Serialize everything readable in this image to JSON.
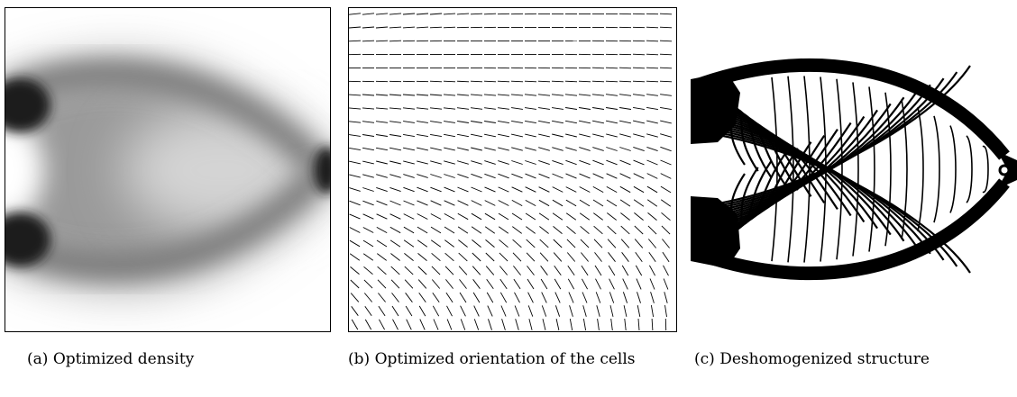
{
  "figure": {
    "subfigures": [
      {
        "tag": "(a)",
        "caption": "Optimized density"
      },
      {
        "tag": "(b)",
        "caption": "Optimized orientation of the cells"
      },
      {
        "tag": "(c)",
        "caption": "Deshomogenized structure"
      }
    ]
  },
  "colors": {
    "ink": "#000000",
    "paper": "#ffffff"
  }
}
